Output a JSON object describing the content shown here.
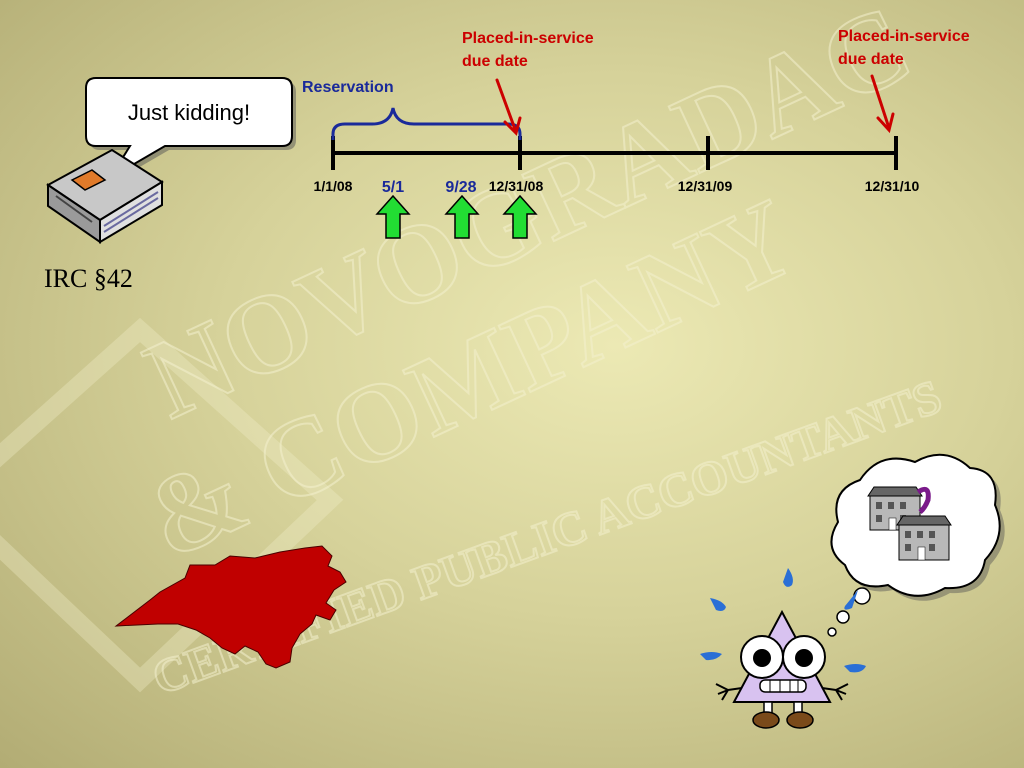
{
  "watermark": {
    "line1": "NOVOGRADAC",
    "line2": "& COMPANY",
    "line3": "CERTIFIED PUBLIC ACCOUNTANTS"
  },
  "speech_bubble": {
    "text": "Just kidding!"
  },
  "book": {
    "caption": "IRC §42"
  },
  "timeline": {
    "reservation_label": "Reservation",
    "due_date_label_1a": "Placed-in-service",
    "due_date_label_1b": "due date",
    "due_date_label_2a": "Placed-in-service",
    "due_date_label_2b": "due date",
    "ticks": [
      "1/1/08",
      "12/31/08",
      "12/31/09",
      "12/31/10"
    ],
    "markers": [
      "5/1",
      "9/28"
    ]
  },
  "colors": {
    "timeline": "#000000",
    "reservation_brace": "#1a2a9a",
    "due_arrow": "#cc0000",
    "up_arrow": "#22dd33",
    "state_shape": "#c00000"
  }
}
